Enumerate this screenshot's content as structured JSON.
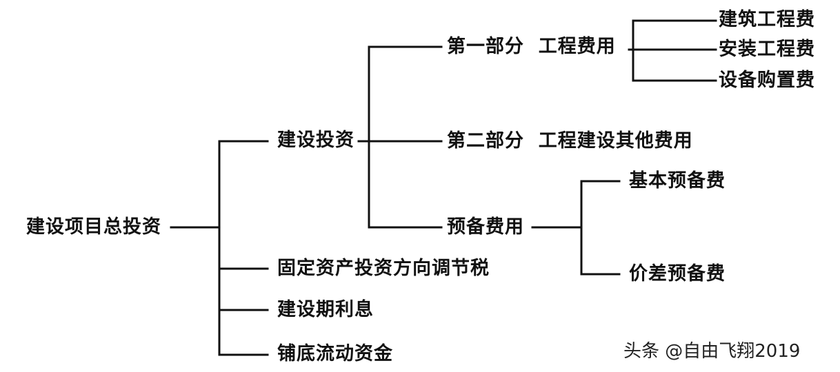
{
  "diagram": {
    "root": "建设项目总投资",
    "level1": {
      "construction_investment": "建设投资",
      "fixed_asset_tax": "固定资产投资方向调节税",
      "construction_interest": "建设期利息",
      "working_capital": "铺底流动资金"
    },
    "level2": {
      "part1": "第一部分  工程费用",
      "part2": "第二部分  工程建设其他费用",
      "reserve": "预备费用"
    },
    "level3": {
      "building_cost": "建筑工程费",
      "installation_cost": "安装工程费",
      "equipment_cost": "设备购置费",
      "basic_reserve": "基本预备费",
      "price_reserve": "价差预备费"
    }
  },
  "watermark": "头条 @自由飞翔2019"
}
